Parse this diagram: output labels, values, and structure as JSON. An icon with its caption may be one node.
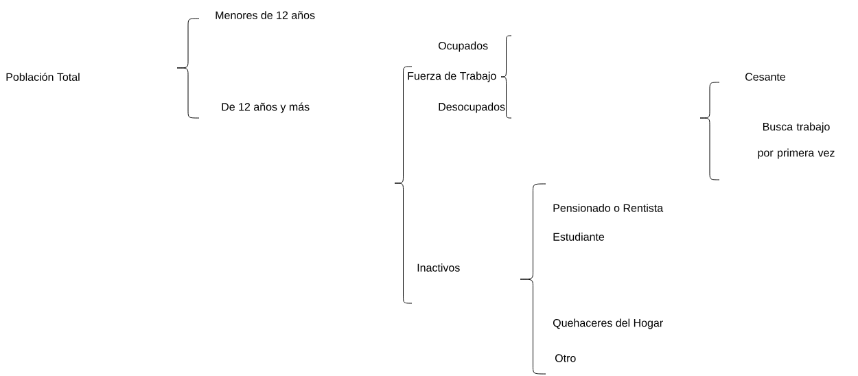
{
  "diagram": {
    "labels": [
      "Menores de 12 años",
      "Población Total",
      "Ocupados",
      "Fuerza de Trabajo",
      "Cesante",
      "De 12 años y más",
      "Desocupados",
      "Busca trabajo por primera vez",
      "Pensionado o Rentista",
      "Estudiante",
      "Inactivos",
      "Quehaceres del Hogar",
      "Otro"
    ]
  }
}
